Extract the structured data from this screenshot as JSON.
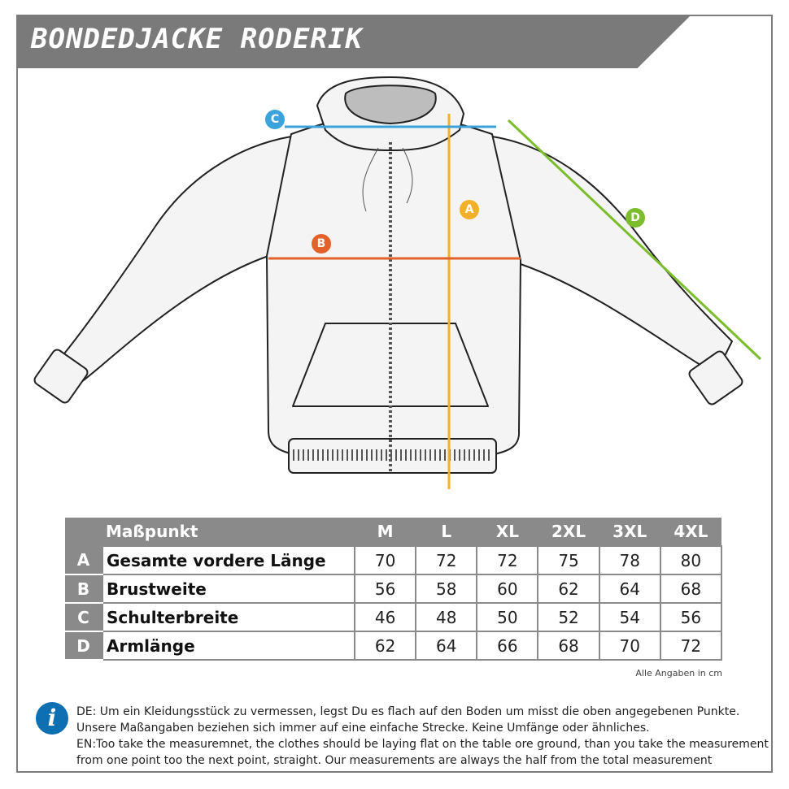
{
  "title": "BONDEDJACKE RODERIK",
  "markers": {
    "a": {
      "letter": "A",
      "color": "#f2b126"
    },
    "b": {
      "letter": "B",
      "color": "#e2622a"
    },
    "c": {
      "letter": "C",
      "color": "#3aa3dc"
    },
    "d": {
      "letter": "D",
      "color": "#7bbd2c"
    }
  },
  "table": {
    "header_label": "Maßpunkt",
    "sizes": [
      "M",
      "L",
      "XL",
      "2XL",
      "3XL",
      "4XL"
    ],
    "rows": [
      {
        "letter": "A",
        "label": "Gesamte vordere Länge",
        "values": [
          "70",
          "72",
          "72",
          "75",
          "78",
          "80"
        ]
      },
      {
        "letter": "B",
        "label": "Brustweite",
        "values": [
          "56",
          "58",
          "60",
          "62",
          "64",
          "68"
        ]
      },
      {
        "letter": "C",
        "label": "Schulterbreite",
        "values": [
          "46",
          "48",
          "50",
          "52",
          "54",
          "56"
        ]
      },
      {
        "letter": "D",
        "label": "Armlänge",
        "values": [
          "62",
          "64",
          "66",
          "68",
          "70",
          "72"
        ]
      }
    ],
    "footnote": "Alle Angaben in cm"
  },
  "info": {
    "icon": "info-icon",
    "icon_glyph": "i",
    "lines": [
      "DE: Um ein Kleidungsstück zu vermessen, legst Du es flach auf den Boden um misst die oben angegebenen Punkte.",
      "Unsere Maßangaben beziehen sich immer auf eine einfache Strecke. Keine Umfänge oder ähnliches.",
      "EN:Too take the measuremnet, the clothes should be laying flat on the table ore ground, than you take the measurement",
      "from one point too the next point, straight. Our measurements are always the half from the total measurement"
    ]
  }
}
